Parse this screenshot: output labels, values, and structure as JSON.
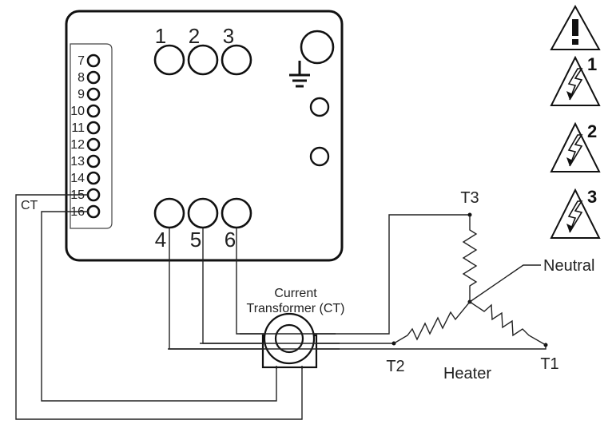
{
  "controller": {
    "top_terminals": [
      "1",
      "2",
      "3"
    ],
    "bottom_terminals": [
      "4",
      "5",
      "6"
    ],
    "side_terminals": [
      "7",
      "8",
      "9",
      "10",
      "11",
      "12",
      "13",
      "14",
      "15",
      "16"
    ]
  },
  "ct": {
    "label": "CT",
    "title_line1": "Current",
    "title_line2": "Transformer (CT)"
  },
  "heater": {
    "label": "Heater",
    "t1": "T1",
    "t2": "T2",
    "t3": "T3",
    "neutral": "Neutral"
  },
  "warnings": {
    "shock_numbers": [
      "1",
      "2",
      "3"
    ]
  },
  "colors": {
    "line": "#222222",
    "background": "#ffffff"
  }
}
